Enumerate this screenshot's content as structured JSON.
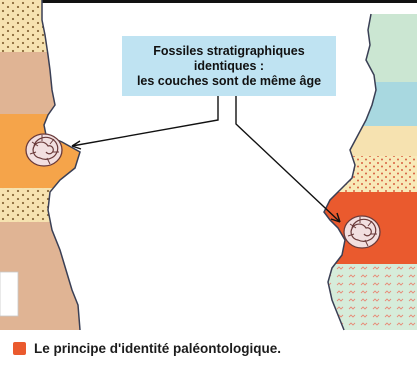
{
  "figure": {
    "callout": {
      "lines": [
        "Fossiles stratigraphiques",
        "identiques :",
        "les couches sont de même âge"
      ]
    },
    "legend": {
      "text": "Le principe d'identité paléontologique.",
      "swatch_color": "#ea5a2e"
    },
    "colors": {
      "ammonite_layer_left": "#f5a44a",
      "ammonite_layer_right": "#ea5a2e",
      "sand": "#f6e2b0",
      "clay": "#e0b494",
      "blue": "#a8d8e0",
      "green": "#cbe6d2"
    }
  }
}
